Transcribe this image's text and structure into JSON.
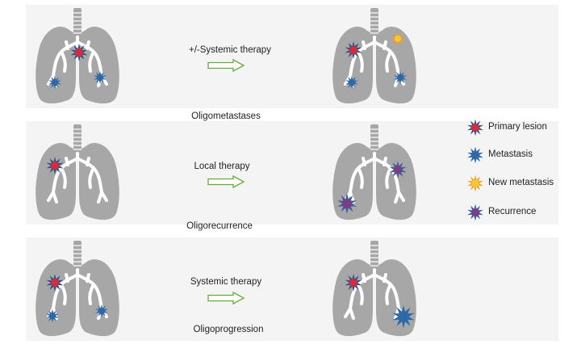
{
  "rows": [
    {
      "label": "+/-Systemic therapy",
      "category": "Oligometastases"
    },
    {
      "label": "Local therapy",
      "category": "Oligorecurrence"
    },
    {
      "label": "Systemic therapy",
      "category": "Oligoprogression"
    }
  ],
  "legend": [
    {
      "label": "Primary lesion",
      "icon": "primary-lesion-icon",
      "fill": "#d62b3c",
      "edge": "#2f4f86"
    },
    {
      "label": "Metastasis",
      "icon": "metastasis-icon",
      "fill": "#2e68a7",
      "edge": "#2e68a7"
    },
    {
      "label": "New metastasis",
      "icon": "new-metastasis-icon",
      "fill": "#f7c634",
      "edge": "#f0a020"
    },
    {
      "label": "Recurrence",
      "icon": "recurrence-icon",
      "fill": "#7b3d86",
      "edge": "#3d5e9c"
    }
  ],
  "colors": {
    "lung": "#a7a7a7",
    "airway": "#ffffff",
    "arrow": "#6aaa3a",
    "band": "#f4f4f4"
  }
}
